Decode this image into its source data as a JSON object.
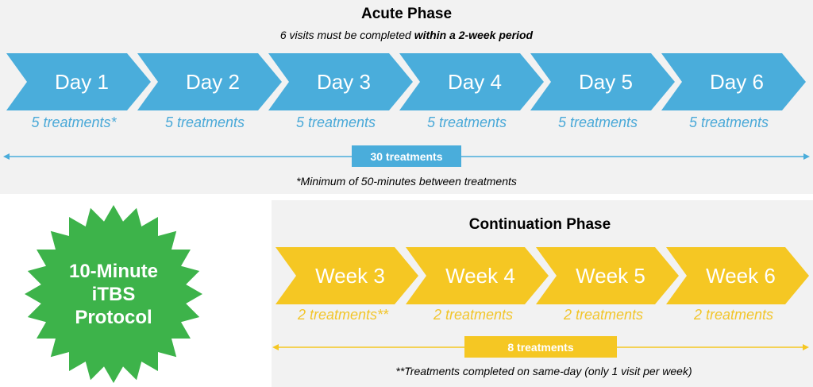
{
  "acute": {
    "title": "Acute Phase",
    "subtitle_prefix": "6 visits must be completed ",
    "subtitle_bold": "within a 2-week period",
    "days": [
      {
        "label": "Day 1",
        "treatments": "5 treatments*"
      },
      {
        "label": "Day 2",
        "treatments": "5 treatments"
      },
      {
        "label": "Day 3",
        "treatments": "5 treatments"
      },
      {
        "label": "Day 4",
        "treatments": "5 treatments"
      },
      {
        "label": "Day 5",
        "treatments": "5 treatments"
      },
      {
        "label": "Day 6",
        "treatments": "5 treatments"
      }
    ],
    "total": "30 treatments",
    "note": "*Minimum of 50-minutes between treatments",
    "color": "#4aaddb"
  },
  "continuation": {
    "title": "Continuation Phase",
    "weeks": [
      {
        "label": "Week 3",
        "treatments": "2 treatments**"
      },
      {
        "label": "Week 4",
        "treatments": "2 treatments"
      },
      {
        "label": "Week 5",
        "treatments": "2 treatments"
      },
      {
        "label": "Week 6",
        "treatments": "2 treatments"
      }
    ],
    "total": "8 treatments",
    "note": "**Treatments completed on same-day (only 1 visit per week)",
    "color": "#f5c723"
  },
  "protocol": {
    "line1": "10-Minute",
    "line2": "iTBS",
    "line3": "Protocol",
    "color": "#3db34a"
  }
}
